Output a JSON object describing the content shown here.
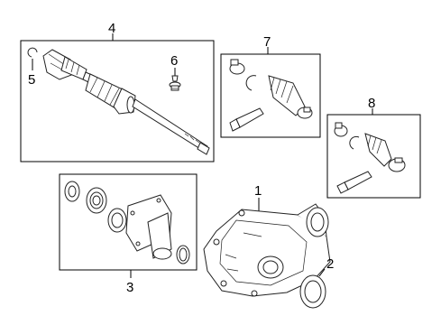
{
  "diagram": {
    "callouts": {
      "c1": "1",
      "c2": "2",
      "c3": "3",
      "c4": "4",
      "c5": "5",
      "c6": "6",
      "c7": "7",
      "c8": "8"
    },
    "parts": [
      {
        "id": "c1",
        "icon": "differential-housing-icon"
      },
      {
        "id": "c2",
        "icon": "seal-ring-icon"
      },
      {
        "id": "c3",
        "icon": "seal-kit-icon"
      },
      {
        "id": "c4",
        "icon": "axle-shaft-icon"
      },
      {
        "id": "c5",
        "icon": "snap-ring-icon"
      },
      {
        "id": "c6",
        "icon": "bolt-icon"
      },
      {
        "id": "c7",
        "icon": "boot-kit-icon"
      },
      {
        "id": "c8",
        "icon": "boot-kit-icon"
      }
    ]
  }
}
